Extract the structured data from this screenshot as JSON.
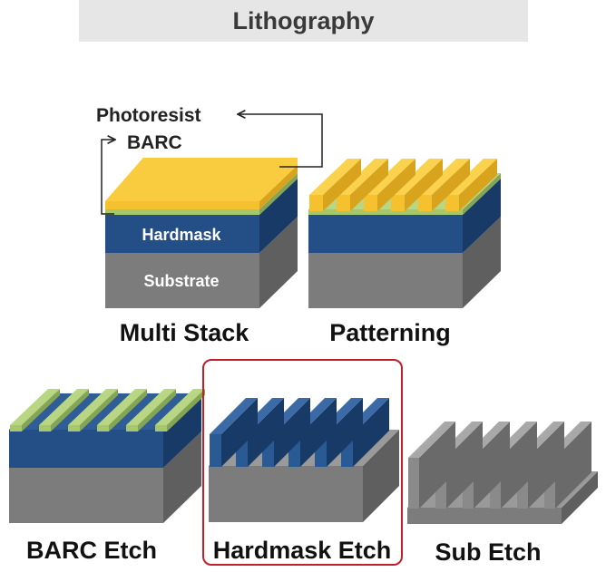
{
  "title": "Lithography",
  "layers": {
    "photoresist": "Photoresist",
    "barc": "BARC",
    "hardmask": "Hardmask",
    "substrate": "Substrate"
  },
  "steps": [
    {
      "id": "multi-stack",
      "caption": "Multi Stack",
      "highlighted": false
    },
    {
      "id": "patterning",
      "caption": "Patterning",
      "highlighted": false
    },
    {
      "id": "barc-etch",
      "caption": "BARC Etch",
      "highlighted": false
    },
    {
      "id": "hardmask-etch",
      "caption": "Hardmask Etch",
      "highlighted": true
    },
    {
      "id": "sub-etch",
      "caption": "Sub Etch",
      "highlighted": false
    }
  ],
  "colors": {
    "photoresist": "#f5c12e",
    "barc": "#a6c86c",
    "hardmask": "#234e86",
    "substrate": "#7a7a7a",
    "highlight": "#c0202a",
    "title_bg": "#e6e6e6"
  }
}
